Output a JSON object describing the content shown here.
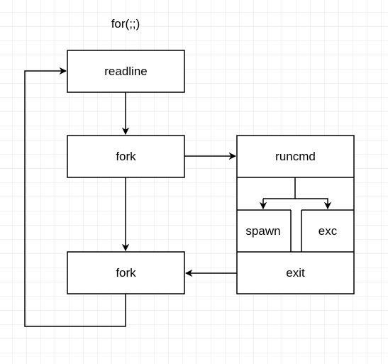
{
  "title": "for(;;)",
  "boxes": {
    "readline": "readline",
    "fork_top": "fork",
    "fork_bottom": "fork",
    "runcmd": "runcmd",
    "spawn": "spawn",
    "exc": "exc",
    "exit": "exit"
  },
  "colors": {
    "background": "#ffffff",
    "grid": "#e5e5e5",
    "stroke": "#000000"
  }
}
